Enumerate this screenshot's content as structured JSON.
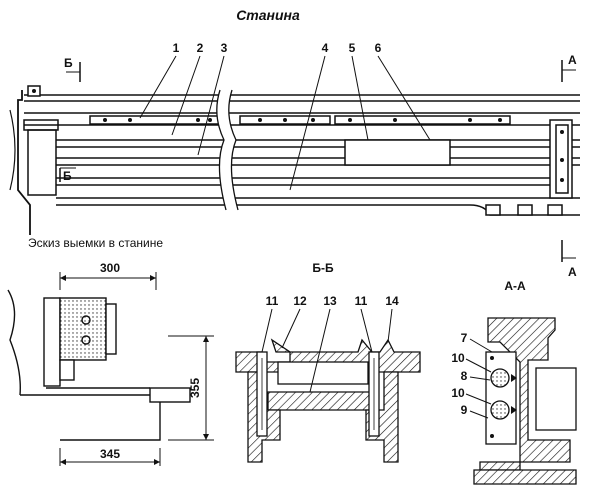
{
  "title": "Станина",
  "sketch_caption": "Эскиз выемки в станине",
  "section_bb": "Б-Б",
  "section_aa": "А-А",
  "cut_marks": {
    "b_top": "Б",
    "b_mid": "Б",
    "a_top": "А",
    "a_bottom": "А"
  },
  "callouts_main": [
    "1",
    "2",
    "3",
    "4",
    "5",
    "6"
  ],
  "dims": {
    "width_top": "300",
    "height_right": "355",
    "width_bottom": "345"
  },
  "callouts_bb": [
    "11",
    "12",
    "13",
    "11",
    "14"
  ],
  "callouts_aa": [
    "7",
    "10",
    "8",
    "10",
    "9"
  ]
}
